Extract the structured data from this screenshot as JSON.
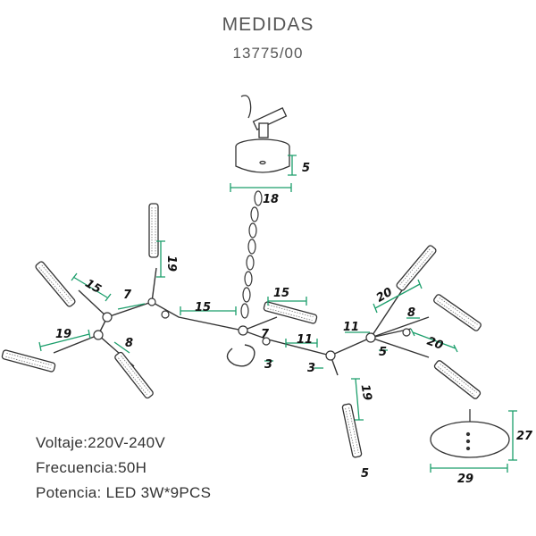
{
  "header": {
    "title": "MEDIDAS",
    "code": "13775/00"
  },
  "dimensions": {
    "canopy_height": "5",
    "canopy_width": "18",
    "top_left_arm": "15",
    "left_vertical_arm": "19",
    "left_short_link": "7",
    "left_link": "15",
    "left_lower_arm": "19",
    "left_lower_small": "8",
    "center_right_arm": "15",
    "center_small": "7",
    "center_link": "11",
    "center_offset": "3",
    "right_link": "11",
    "right_upper_arm": "20",
    "right_small": "8",
    "right_arm": "20",
    "right_offset": "5",
    "mid_small_offset": "3",
    "lower_center_arm": "19",
    "lower_center_end": "5",
    "oval_height": "27",
    "oval_width": "29"
  },
  "specs": {
    "voltage": "Voltaje:220V-240V",
    "frequency": "Frecuencia:50H",
    "power": "Potencia: LED 3W*9PCS"
  },
  "colors": {
    "line": "#333333",
    "dimension": "#1b9e6b",
    "text": "#555555"
  }
}
